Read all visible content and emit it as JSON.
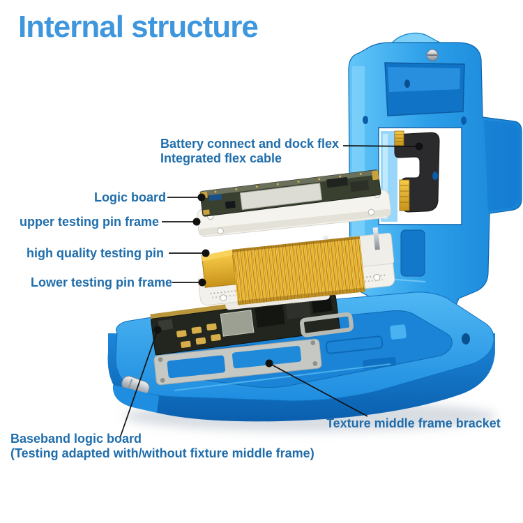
{
  "page": {
    "title": "Internal structure"
  },
  "labels": {
    "battery_flex_line1": "Battery connect and dock flex",
    "battery_flex_line2": "Integrated flex cable",
    "logic_board": "Logic board",
    "upper_frame": "upper testing pin frame",
    "testing_pin": "high quality testing pin",
    "lower_frame": "Lower testing pin frame",
    "middle_bracket": "Texture middle frame bracket",
    "baseband_line1": "Baseband logic board",
    "baseband_line2": "(Testing adapted with/without fixture middle frame)"
  },
  "colors": {
    "title_blue": "#3e96dd",
    "label_blue": "#1f6dab",
    "device_blue": "#2196e4",
    "device_blue_light": "#55bdf5",
    "device_blue_dark": "#0f6fc0",
    "gold_pin": "#e9b42e",
    "frame_white": "#f3f2ee",
    "pcb_dark": "#23261e",
    "bracket_gray": "#c6c8c3",
    "leader_line": "#111111"
  }
}
